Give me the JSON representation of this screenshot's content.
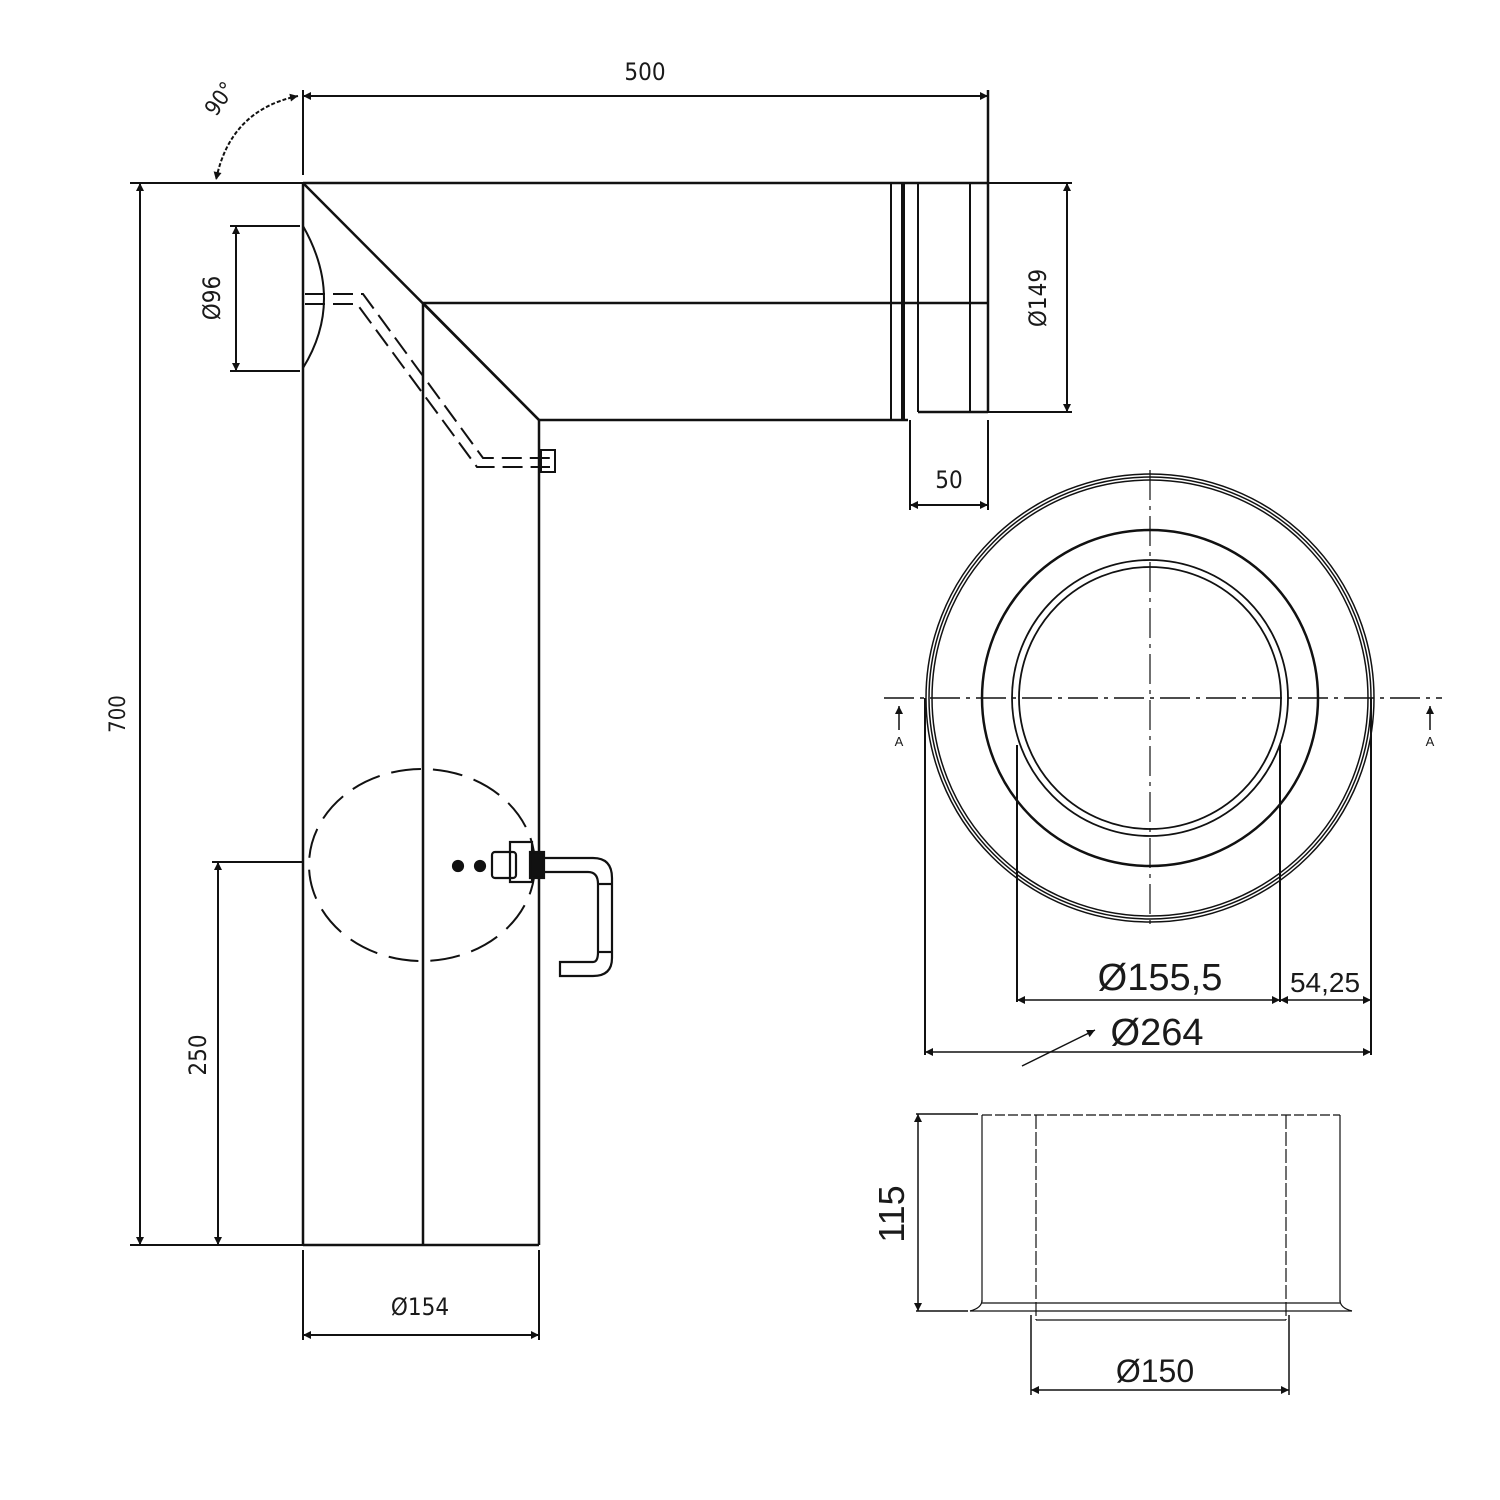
{
  "drawing": {
    "type": "technical-drawing",
    "subject": "stove pipe elbow 90 degrees with cleaning door and damper, plus wall sleeve (rosette) views",
    "side_view": {
      "angle_label": "90°",
      "length_label": "500",
      "height_label": "700",
      "cleaning_opening_label": "Ø96",
      "outlet_diameter_label": "Ø149",
      "socket_length_label": "50",
      "damper_height_label": "250",
      "pipe_diameter_label": "Ø154"
    },
    "top_view": {
      "section_marker_left": "A",
      "section_marker_right": "A",
      "inner_diameter_label": "Ø155,5",
      "flange_width_label": "54,25",
      "outer_diameter_label": "Ø264"
    },
    "section_view": {
      "height_label": "115",
      "diameter_label": "Ø150"
    }
  },
  "colors": {
    "line": "#111111",
    "background": "#ffffff"
  }
}
